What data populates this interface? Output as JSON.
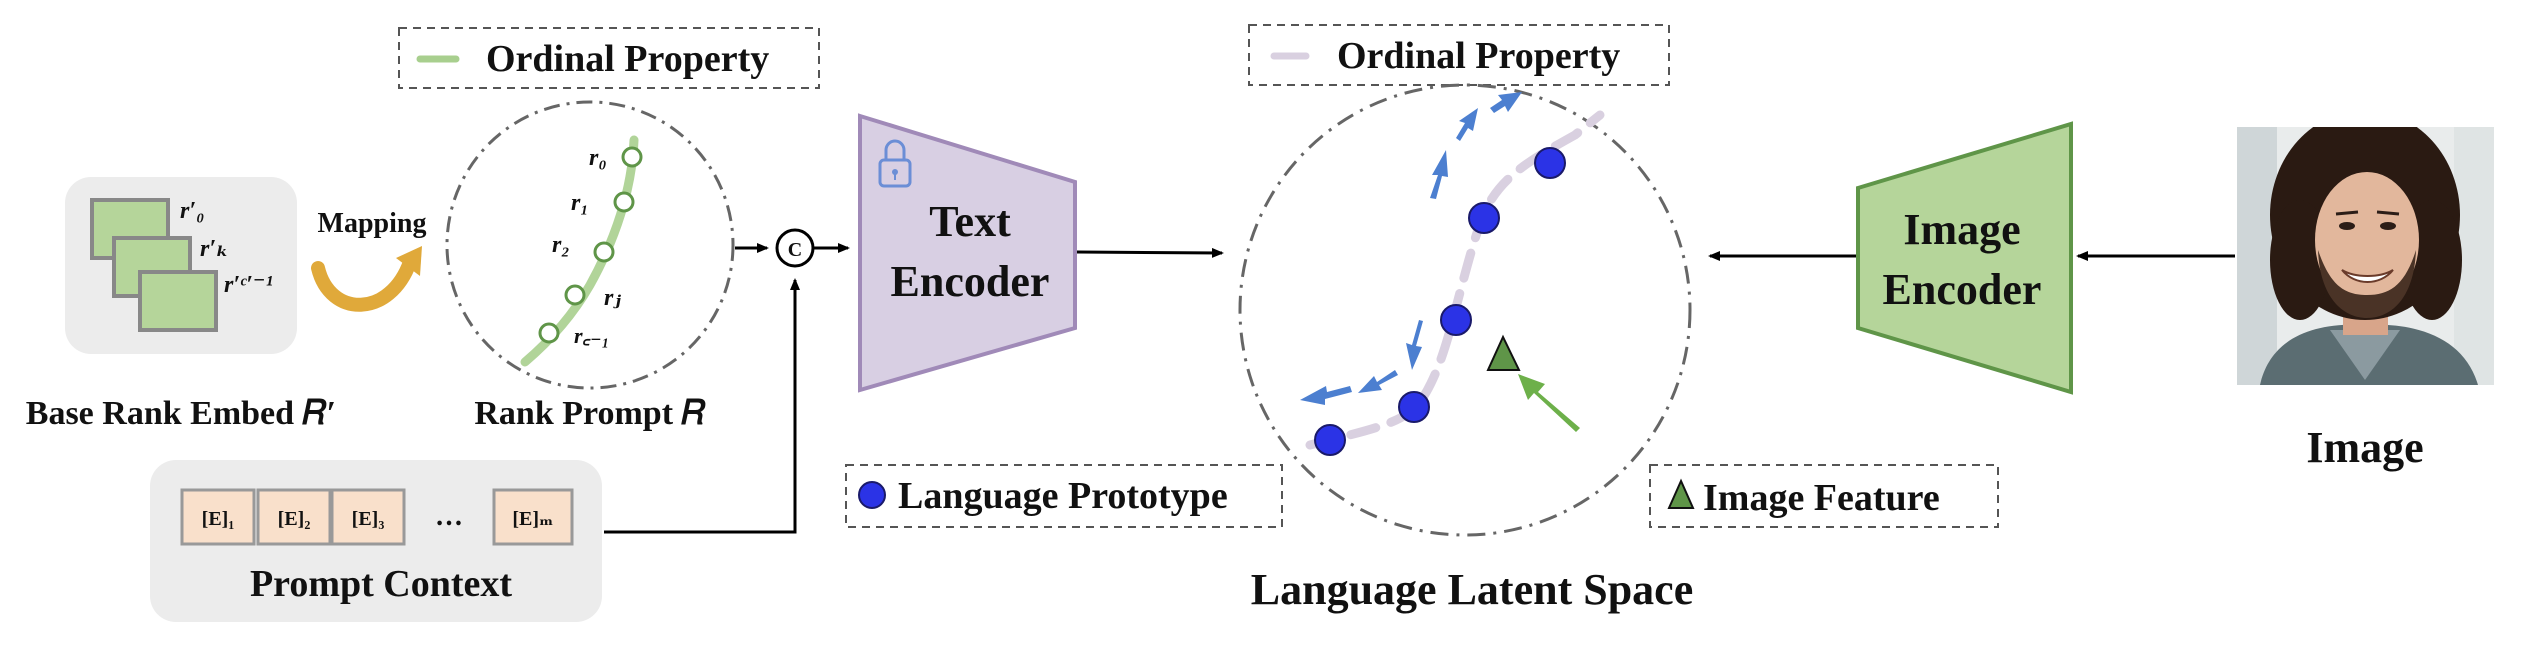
{
  "colors": {
    "green_fill": "#b5d59a",
    "green_stroke": "#5f9548",
    "purple_fill": "#d8cfe3",
    "purple_stroke": "#a08ab8",
    "orange_fill": "#f9e0cb",
    "blue_point": "#2b33e6",
    "arrow_blue": "#4c7fd0",
    "panel_gray": "#ececec",
    "ordinal_green": "#a8cf8e",
    "ordinal_purple": "#d9d0e0"
  },
  "legend_left": {
    "label": "Ordinal Property"
  },
  "legend_right": {
    "label": "Ordinal Property"
  },
  "base_rank": {
    "labels": [
      "r′₀",
      "r′ₖ",
      "r′ᶜ′⁻¹"
    ],
    "title": "Base Rank Embed 𝑅′"
  },
  "mapping": {
    "label": "Mapping"
  },
  "rank_prompt": {
    "labels": [
      "r₀",
      "r₁",
      "r₂",
      "rⱼ",
      "r꜀₋₁"
    ],
    "title": "Rank Prompt 𝑅"
  },
  "concat": {
    "symbol": "C"
  },
  "prompt_context": {
    "tokens": [
      "[E]₁",
      "[E]₂",
      "[E]₃",
      "…",
      "[E]ₘ"
    ],
    "title": "Prompt Context"
  },
  "text_encoder": {
    "line1": "Text",
    "line2": "Encoder"
  },
  "image_encoder": {
    "line1": "Image",
    "line2": "Encoder"
  },
  "latent_space": {
    "title": "Language Latent Space"
  },
  "legend_prototype": {
    "label": "Language Prototype"
  },
  "legend_feature": {
    "label": "Image Feature"
  },
  "image": {
    "label": "Image"
  },
  "icons": {
    "lock": "lock-icon"
  }
}
